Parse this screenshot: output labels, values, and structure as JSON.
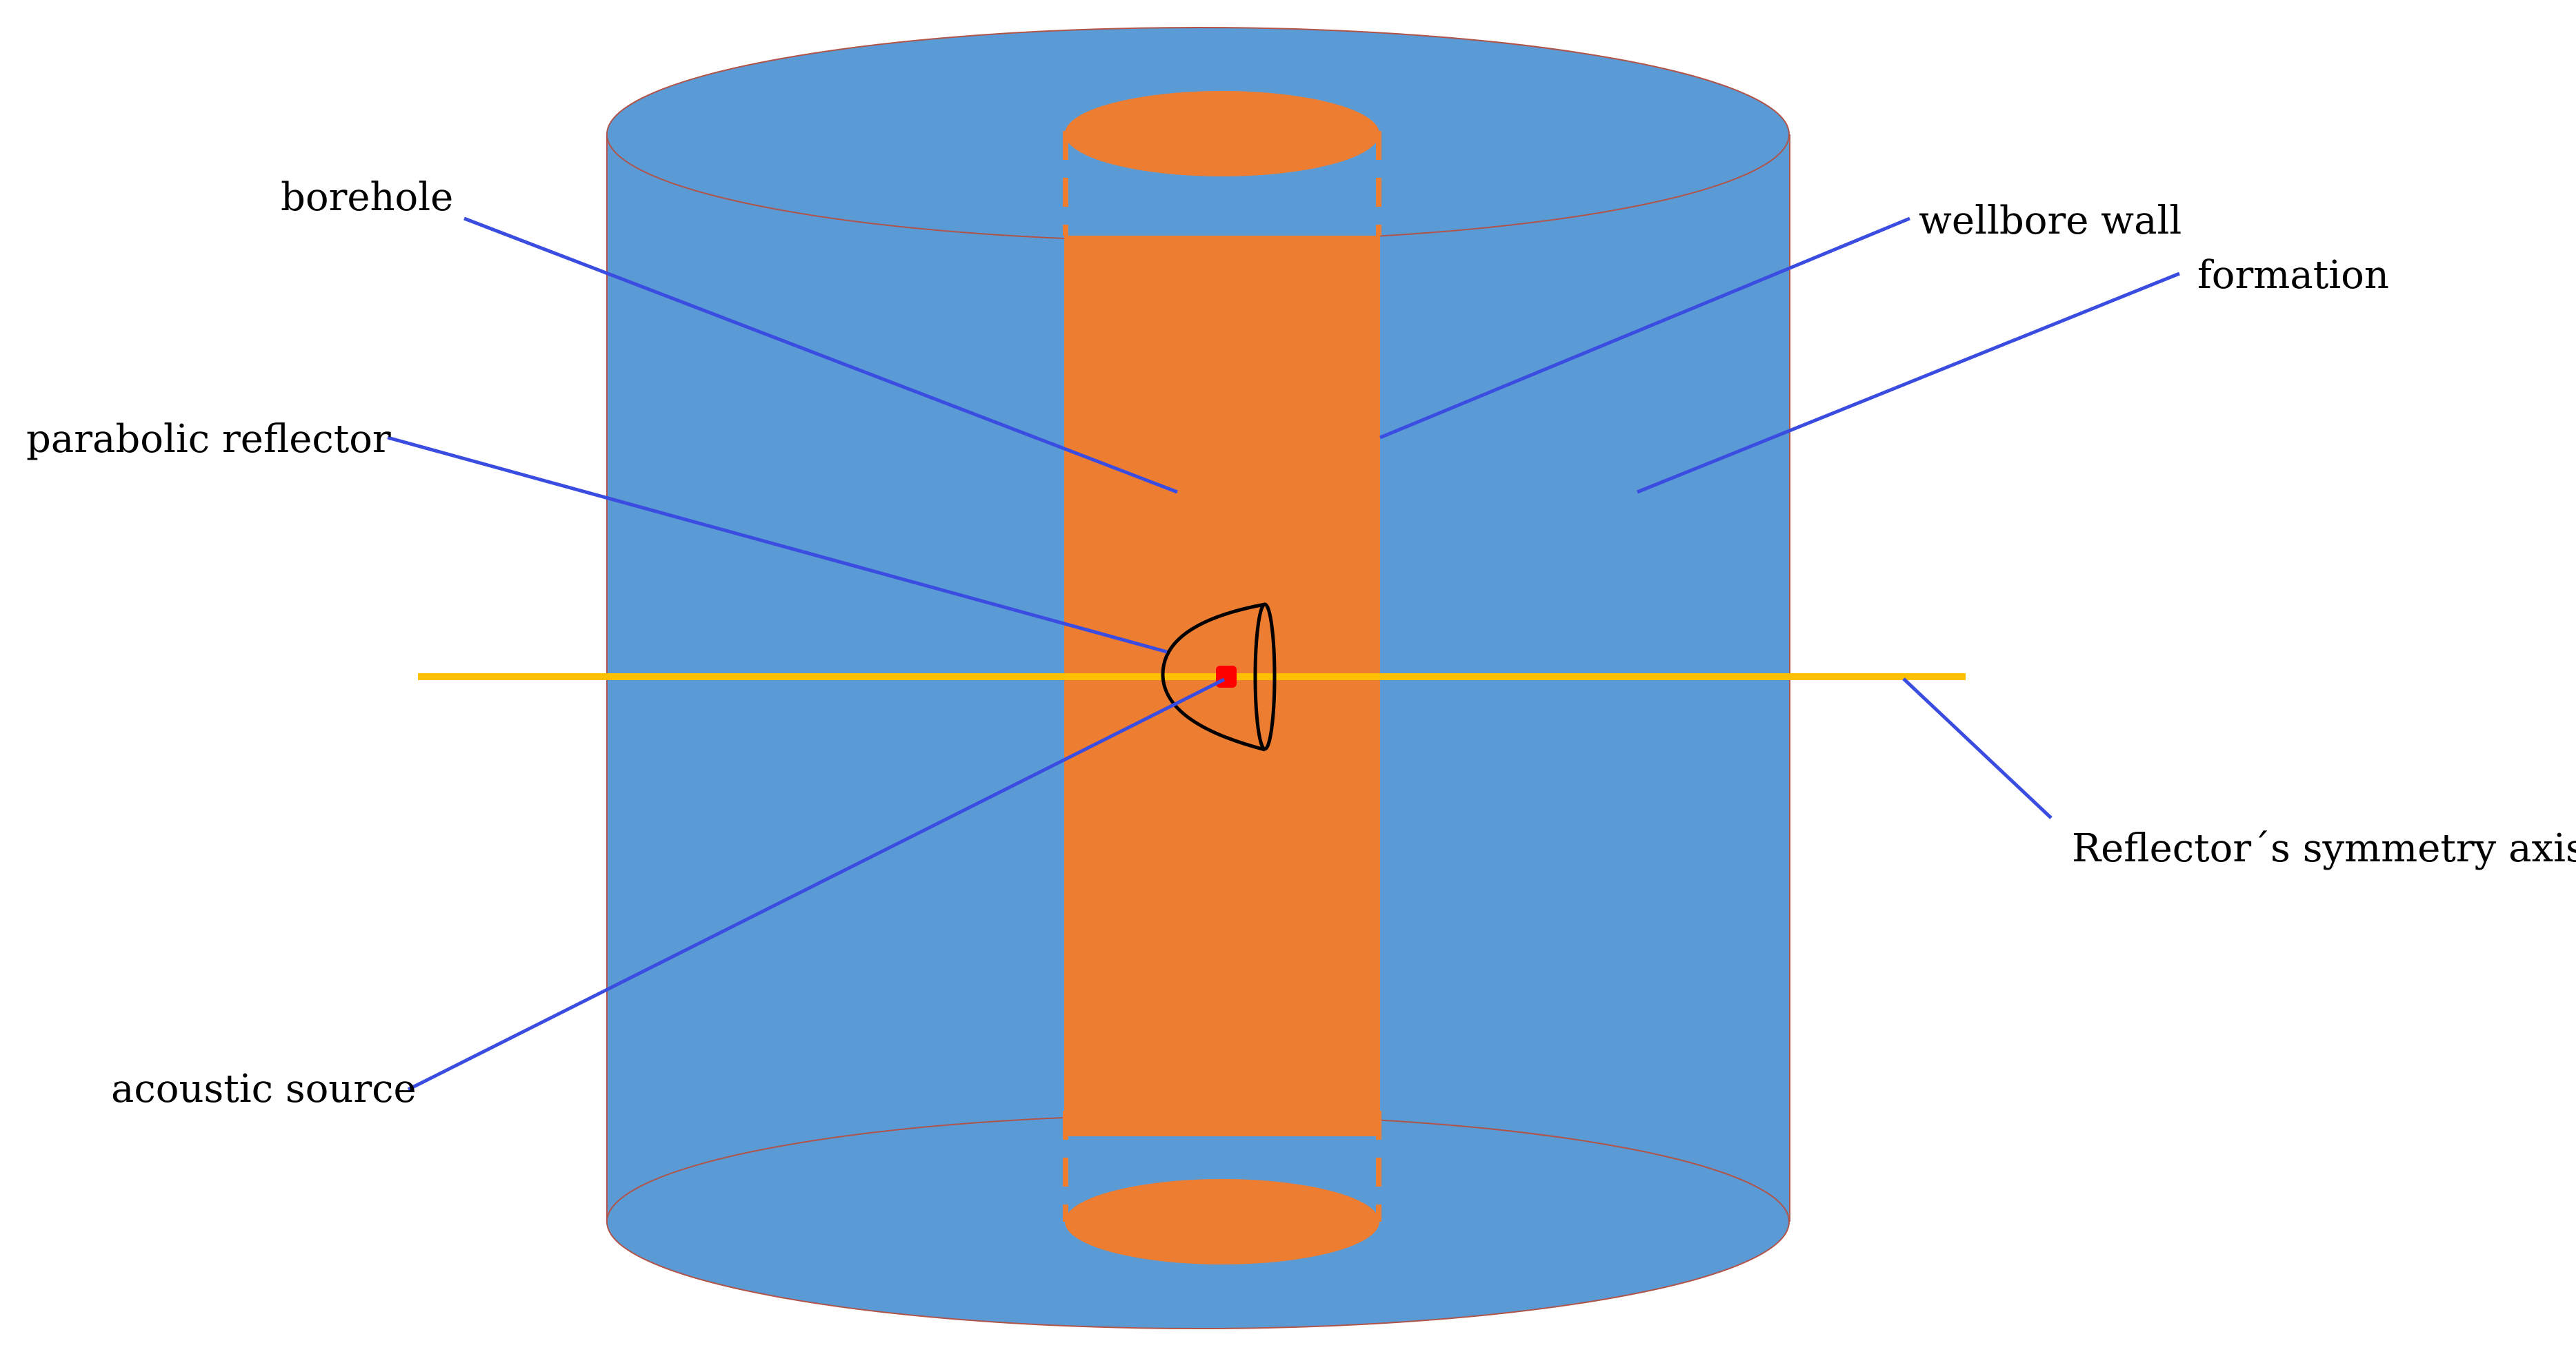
{
  "labels": {
    "borehole": "borehole",
    "wellbore_wall": "wellbore wall",
    "formation": "formation",
    "parabolic_reflector": "parabolic reflector",
    "acoustic_source": "acoustic source",
    "symmetry_axis": "Reflector´s symmetry axis"
  },
  "colors": {
    "formation": "#5b9bd5",
    "borehole": "#ed7d31",
    "axis": "#ffc000",
    "leader": "#3b4de0",
    "source": "#ff0000",
    "reflector": "#000000",
    "cylinder_edge": "#b0544a"
  }
}
